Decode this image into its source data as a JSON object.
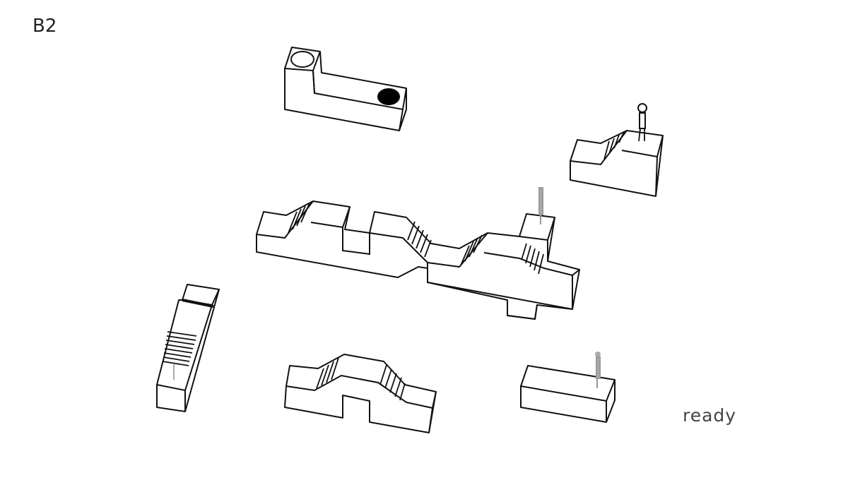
{
  "hud": {
    "level": "B2",
    "status": "ready"
  },
  "colors": {
    "background": "#ffffff",
    "lines": "#111111",
    "ghost_figure": "#aaaaaa",
    "hole": "#000000"
  },
  "icons": [
    "player-mannequin",
    "shadow-mannequin",
    "goal-hole",
    "start-ring"
  ]
}
